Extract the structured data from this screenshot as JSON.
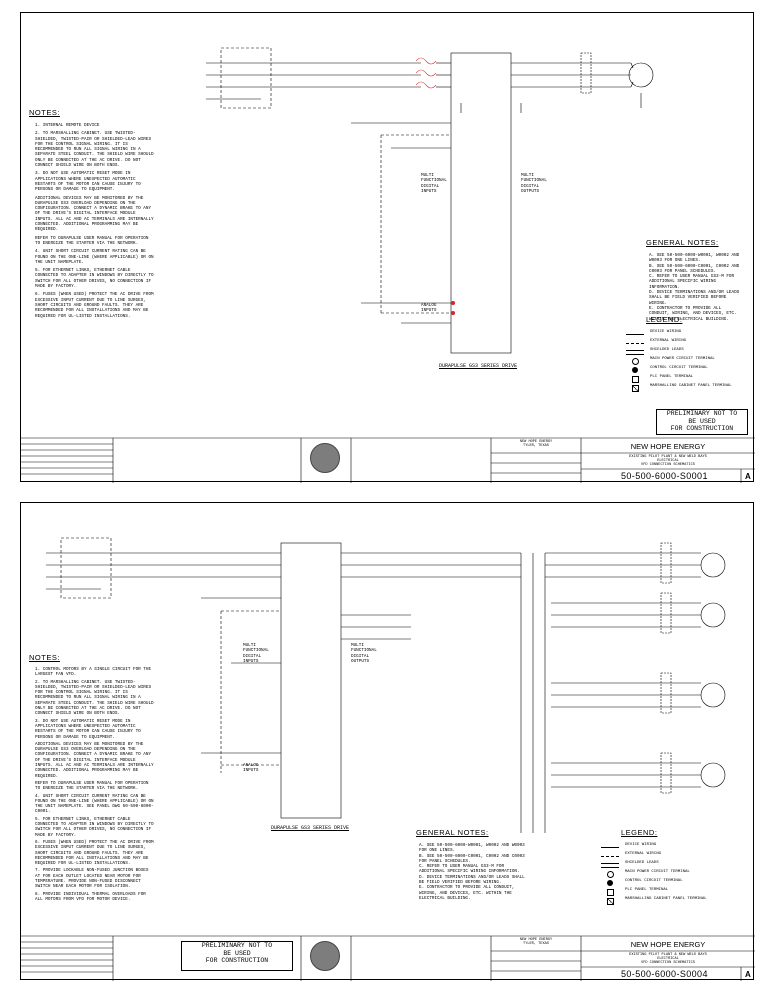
{
  "common": {
    "notes_heading": "NOTES:",
    "general_notes_heading": "GENERAL NOTES:",
    "legend_heading": "LEGEND:",
    "drive_title": "DURAPULSE GS3 SERIES DRIVE",
    "preliminary_text": "PRELIMINARY NOT TO\nBE USED\nFOR CONSTRUCTION",
    "client_name": "NEW HOPE ENERGY",
    "client_location": "NEW HOPE ENERGY\nTYLER, TEXAS",
    "project_lines": "EXISTING PILOT PLANT & NEW WELD BAYS\nELECTRICAL\nVFD CONNECTION SCHEMATICS",
    "revision": "A",
    "mod_label": "MULTI\nFUNCTIONAL\nDIGITAL\nINPUTS",
    "mod_out_label": "MULTI\nFUNCTIONAL\nDIGITAL\nOUTPUTS",
    "analog_label": "ANALOG\nINPUTS",
    "general_notes": [
      "A. SEE 50-500-6000-W0001, W0002 AND W0003 FOR ONE LINES.",
      "B. SEE 50-500-6000-C0001, C0002 AND C0003 FOR PANEL SCHEDULES.",
      "C. REFER TO USER MANUAL GS3-M FOR ADDITIONAL SPECIFIC WIRING INFORMATION.",
      "D. DEVICE TERMINATIONS AND/OR LEADS SHALL BE FIELD VERIFIED BEFORE WIRING.",
      "E. CONTRACTOR TO PROVIDE ALL CONDUIT, WIRING, AND DEVICES, ETC. WITHIN THE ELECTRICAL BUILDING."
    ],
    "legend_items": [
      "DEVICE WIRING",
      "EXTERNAL WIRING",
      "SHIELDED LEADS",
      "MAIN POWER CIRCUIT TERMINAL",
      "CONTROL CIRCUIT TERMINAL",
      "PLC PANEL TERMINAL",
      "MARSHALLING CABINET PANEL TERMINAL"
    ]
  },
  "sheet1": {
    "drawing_number": "50-500-6000-S0001",
    "notes": [
      "1. INTERNAL REMOTE DEVICE",
      "2. TO MARSHALLING CABINET. USE TWISTED-SHIELDED, TWISTED-PAIR OR SHIELDED-LEAD WIRES FOR THE CONTROL SIGNAL WIRING. IT IS RECOMMENDED TO RUN ALL SIGNAL WIRING IN A SEPARATE STEEL CONDUIT. THE SHIELD WIRE SHOULD ONLY BE CONNECTED AT THE AC DRIVE. DO NOT CONNECT SHIELD WIRE ON BOTH ENDS.",
      "3. DO NOT USE AUTOMATIC RESET MODE IN APPLICATIONS WHERE UNEXPECTED AUTOMATIC RESTARTS OF THE MOTOR CAN CAUSE INJURY TO PERSONS OR DAMAGE TO EQUIPMENT.",
      "ADDITIONAL DEVICES MAY BE MONITORED BY THE DURAPULSE GS3 OVERLOAD DEPENDING ON THE CONFIGURATION. CONNECT A DYNAMIC BRAKE TO ANY OF THE DRIVE'S DIGITAL INTERFACE MODULE INPUTS. ALL AC AND AC TERMINALS ARE INTERNALLY CONNECTED. ADDITIONAL PROGRAMMING MAY BE REQUIRED.",
      "REFER TO DURAPULSE USER MANUAL FOR OPERATION TO ENERGIZE THE STARTER VIA THE NETWORK.",
      "4. UNIT SHORT CIRCUIT CURRENT RATING CAN BE FOUND ON THE ONE-LINE (WHERE APPLICABLE) OR ON THE UNIT NAMEPLATE.",
      "5. FOR ETHERNET LINKS, ETHERNET CABLE CONNECTED TO ADAPTER IN WINDOWS BY DIRECTLY TO SWITCH FOR ALL OTHER DRIVES, NO CONNECTION IF MADE BY FACTORY.",
      "6. FUSES (WHEN USED) PROTECT THE AC DRIVE FROM EXCESSIVE INPUT CURRENT DUE TO LINE SURGES, SHORT CIRCUITS AND GROUND FAULTS. THEY ARE RECOMMENDED FOR ALL INSTALLATIONS AND MAY BE REQUIRED FOR UL-LISTED INSTALLATIONS."
    ]
  },
  "sheet2": {
    "drawing_number": "50-500-6000-S0004",
    "notes": [
      "1. CONTROL MOTORS BY A SINGLE CIRCUIT FOR THE LARGEST FAN VFD.",
      "2. TO MARSHALLING CABINET. USE TWISTED-SHIELDED, TWISTED-PAIR OR SHIELDED-LEAD WIRES FOR THE CONTROL SIGNAL WIRING. IT IS RECOMMENDED TO RUN ALL SIGNAL WIRING IN A SEPARATE STEEL CONDUIT. THE SHIELD WIRE SHOULD ONLY BE CONNECTED AT THE AC DRIVE. DO NOT CONNECT SHIELD WIRE ON BOTH ENDS.",
      "3. DO NOT USE AUTOMATIC RESET MODE IN APPLICATIONS WHERE UNEXPECTED AUTOMATIC RESTARTS OF THE MOTOR CAN CAUSE INJURY TO PERSONS OR DAMAGE TO EQUIPMENT.",
      "ADDITIONAL DEVICES MAY BE MONITORED BY THE DURAPULSE GS3 OVERLOAD DEPENDING ON THE CONFIGURATION. CONNECT A DYNAMIC BRAKE TO ANY OF THE DRIVE'S DIGITAL INTERFACE MODULE INPUTS. ALL AC AND AC TERMINALS ARE INTERNALLY CONNECTED. ADDITIONAL PROGRAMMING MAY BE REQUIRED.",
      "REFER TO DURAPULSE USER MANUAL FOR OPERATION TO ENERGIZE THE STARTER VIA THE NETWORK.",
      "4. UNIT SHORT CIRCUIT CURRENT RATING CAN BE FOUND ON THE ONE-LINE (WHERE APPLICABLE) OR ON THE UNIT NAMEPLATE. SEE PANEL DWG 50-500-6000-C0001.",
      "5. FOR ETHERNET LINKS, ETHERNET CABLE CONNECTED TO ADAPTER IN WINDOWS BY DIRECTLY TO SWITCH FOR ALL OTHER DRIVES, NO CONNECTION IF MADE BY FACTORY.",
      "6. FUSES (WHEN USED) PROTECT THE AC DRIVE FROM EXCESSIVE INPUT CURRENT DUE TO LINE SURGES, SHORT CIRCUITS AND GROUND FAULTS. THEY ARE RECOMMENDED FOR ALL INSTALLATIONS AND MAY BE REQUIRED FOR UL-LISTED INSTALLATIONS.",
      "7. PROVIDE LOCKABLE NON-FUSED JUNCTION BOXES AT FOR EACH OUTLET LOCATED NEAR MOTOR FOR TEMPERATURE. PROVIDE NON-FUSED DISCONNECT SWITCH NEAR EACH MOTOR FOR ISOLATION.",
      "8. PROVIDE INDIVIDUAL THERMAL OVERLOADS FOR ALL MOTORS FROM VFD FOR MOTOR DEVICE."
    ]
  }
}
